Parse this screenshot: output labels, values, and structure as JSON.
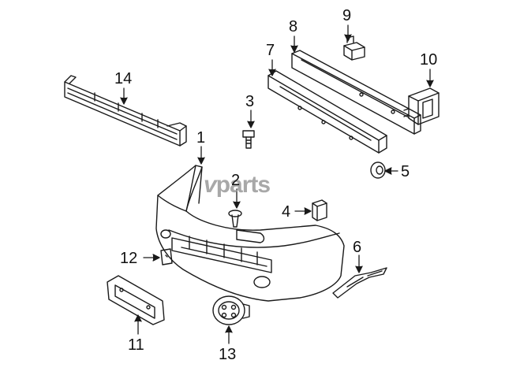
{
  "watermark": {
    "prefix": "v",
    "brand": "parts"
  },
  "callouts": {
    "c1": "1",
    "c2": "2",
    "c3": "3",
    "c4": "4",
    "c5": "5",
    "c6": "6",
    "c7": "7",
    "c8": "8",
    "c9": "9",
    "c10": "10",
    "c11": "11",
    "c12": "12",
    "c13": "13",
    "c14": "14"
  },
  "colors": {
    "line": "#1a1a1a",
    "watermark": "#9a9a9a"
  }
}
